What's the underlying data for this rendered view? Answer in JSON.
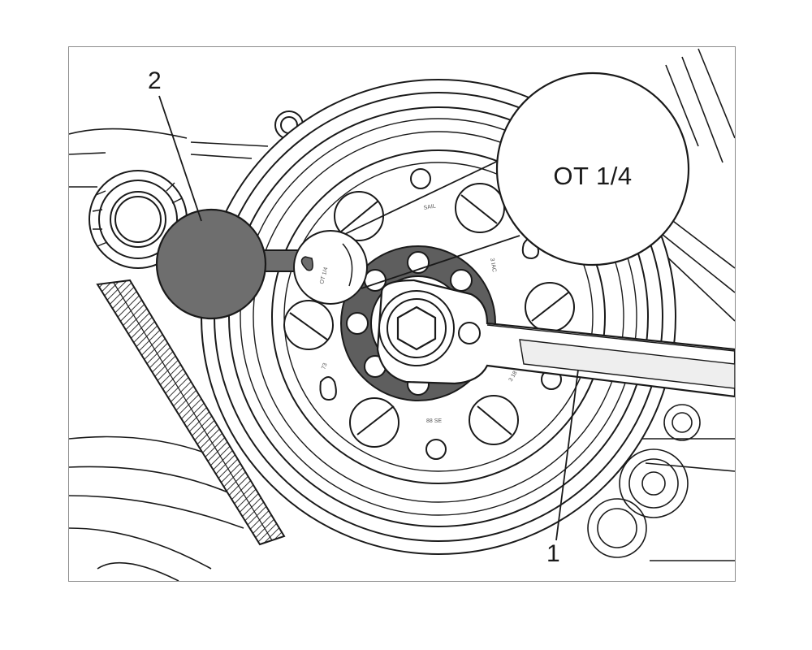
{
  "callouts": {
    "one": "1",
    "two": "2"
  },
  "magnifier": {
    "text": "OT 1/4"
  },
  "colors": {
    "line": "#1a1a1a",
    "tool_fill": "#6e6e6e",
    "hub_fill": "#5e5e5e",
    "frame": "#8c8c8c"
  }
}
